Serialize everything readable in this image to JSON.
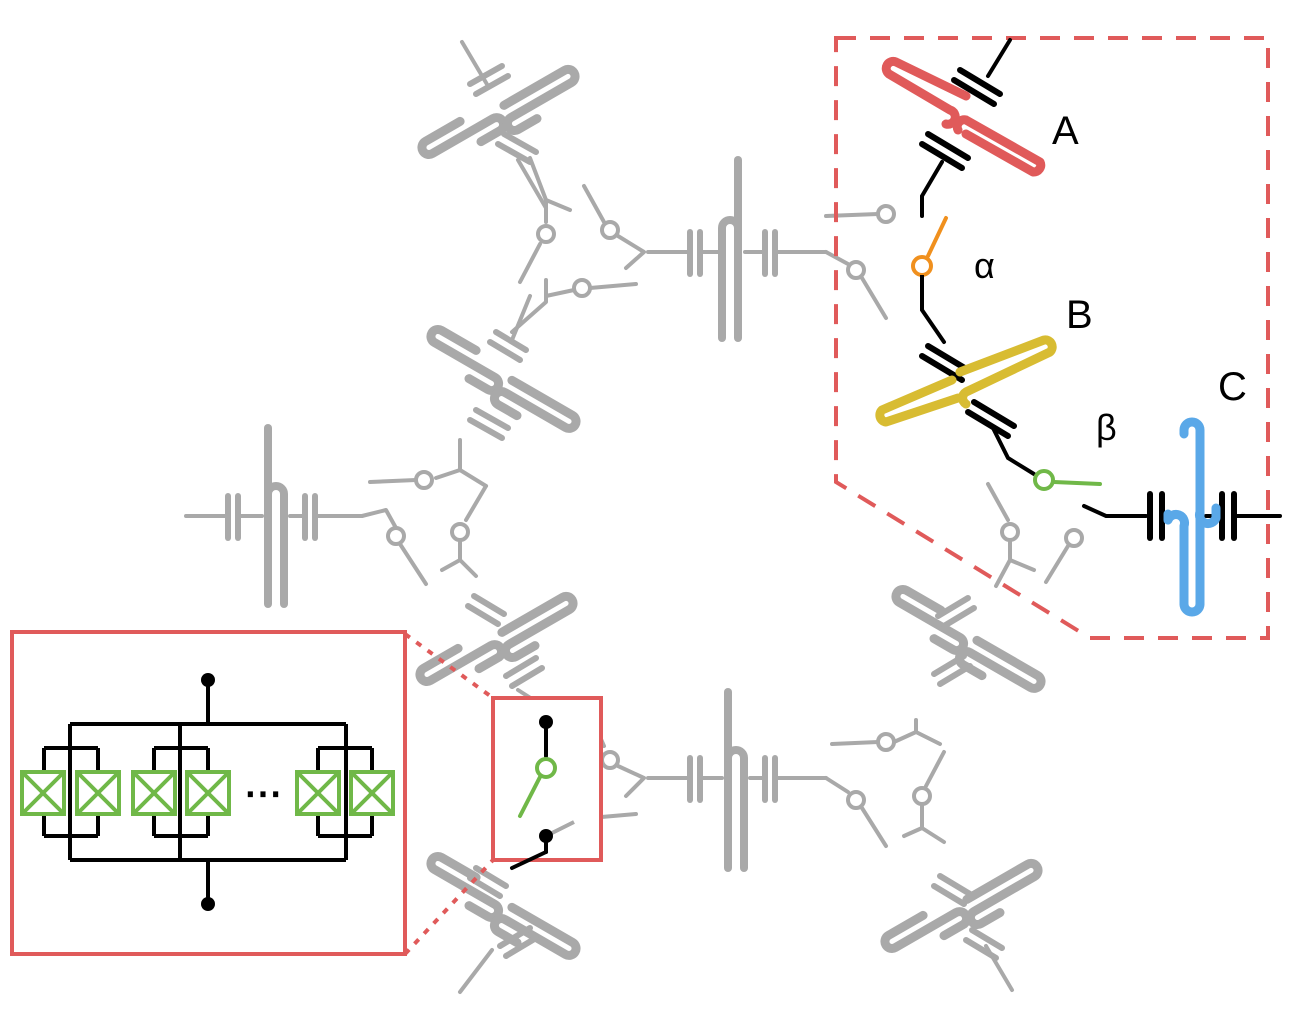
{
  "labels": {
    "resonator_a": "A",
    "resonator_b": "B",
    "resonator_c": "C",
    "coupler_alpha": "α",
    "coupler_beta": "β",
    "ellipsis": "⋯"
  },
  "colors": {
    "gray": "#a9a9a9",
    "black": "#000000",
    "red_highlight": "#e05a5a",
    "resonator_a": "#e05a5a",
    "resonator_b": "#d8bc32",
    "resonator_c": "#5aa8e8",
    "coupler_alpha": "#f0901e",
    "coupler_beta": "#70b848",
    "squid": "#70b848"
  }
}
